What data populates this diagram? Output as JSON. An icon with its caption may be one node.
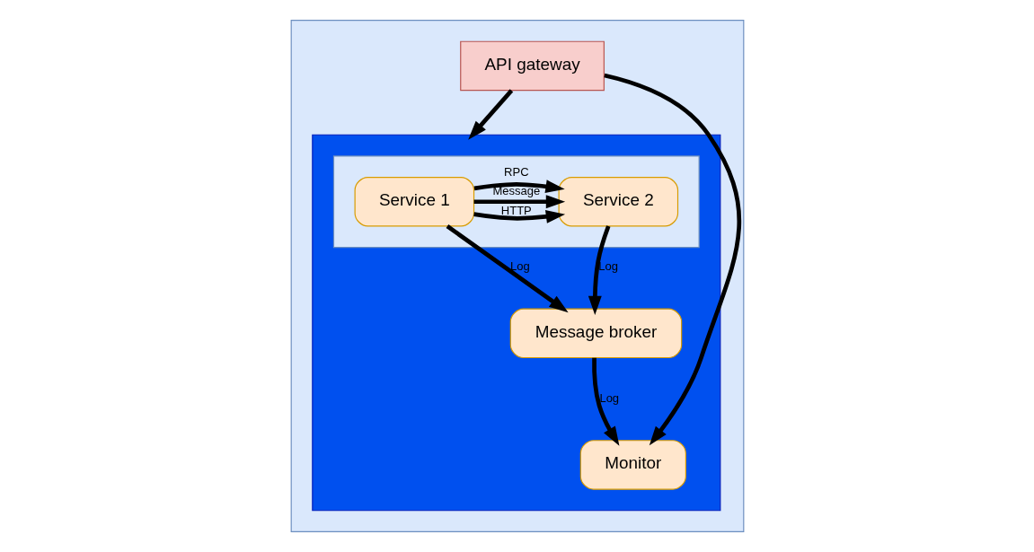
{
  "diagram": {
    "nodes": [
      {
        "text": [],
        "shape": "box"
      },
      {
        "text": [],
        "shape": "box",
        "in": 0
      },
      {
        "text": [],
        "shape": "box",
        "in": 1
      },
      {
        "text": [
          "Service 1"
        ],
        "in": 2
      },
      {
        "text": [
          "Service 2"
        ],
        "in": 2
      },
      {
        "text": [
          "API gateway"
        ],
        "in": 0
      },
      {
        "text": [
          "Message broker"
        ],
        "in": 1
      },
      {
        "text": [
          "Monitor"
        ],
        "in": 1
      }
    ],
    "edges": [
      {
        "from": 5,
        "to": 1,
        "arrow": "to"
      },
      {
        "from": 5,
        "to": 7,
        "arrow": "to"
      },
      {
        "from": 3,
        "to": 4,
        "arrow": "to",
        "label": "HTTP"
      },
      {
        "from": 3,
        "to": 4,
        "arrow": "to",
        "label": "RPC"
      },
      {
        "from": 3,
        "to": 6,
        "arrow": "to",
        "label": "Log"
      },
      {
        "from": 3,
        "to": 4,
        "arrow": "to",
        "label": "Message"
      },
      {
        "from": 4,
        "to": 6,
        "arrow": "to",
        "label": "Log"
      },
      {
        "from": 6,
        "to": 7,
        "arrow": "to",
        "label": "Log"
      }
    ]
  }
}
